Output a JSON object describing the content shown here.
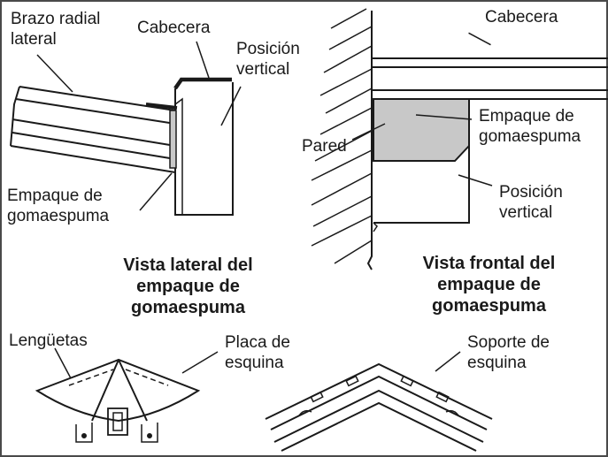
{
  "labels": {
    "brazo_radial_lateral": [
      "Brazo radial",
      "lateral"
    ],
    "cabecera_lateral": "Cabecera",
    "posicion_vertical_lateral": [
      "Posición",
      "vertical"
    ],
    "empaque_lateral": [
      "Empaque de",
      "gomaespuma"
    ],
    "cabecera_frontal": "Cabecera",
    "empaque_frontal": [
      "Empaque de",
      "gomaespuma"
    ],
    "pared": "Pared",
    "posicion_vertical_frontal": [
      "Posición",
      "vertical"
    ],
    "lenguetas": "Lengüetas",
    "placa_de_esquina": [
      "Placa de",
      "esquina"
    ],
    "soporte_de_esquina": [
      "Soporte de",
      "esquina"
    ]
  },
  "titles": {
    "vista_lateral": [
      "Vista lateral del",
      "empaque de",
      "gomaespuma"
    ],
    "vista_frontal": [
      "Vista frontal del",
      "empaque de",
      "gomaespuma"
    ]
  },
  "colors": {
    "ink": "#1a1a1a",
    "foam_fill": "#c8c8c8",
    "frame": "#4a4a4a"
  }
}
